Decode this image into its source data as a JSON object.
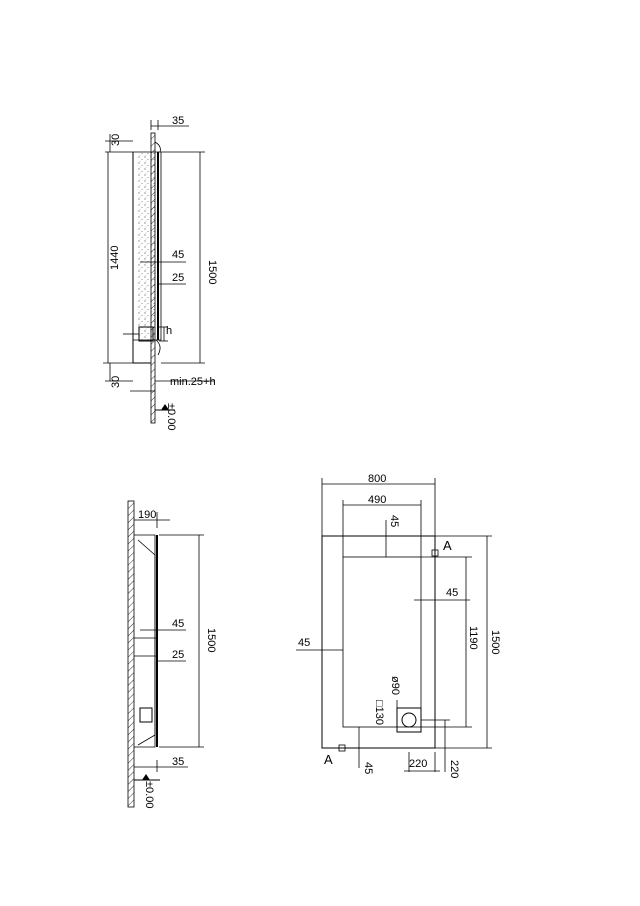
{
  "side_section_top": {
    "dim_wall": "35",
    "dim_top": "30",
    "dim_bottom": "30",
    "dim_inner": "1440",
    "dim_total": "1500",
    "dim_lip": "45",
    "dim_depth": "25",
    "dim_h": "h",
    "dim_install": "min.25+h",
    "level": "±0.00"
  },
  "side_section_bottom": {
    "dim_offset": "190",
    "dim_lip": "45",
    "dim_depth": "25",
    "dim_total": "1500",
    "dim_foot": "35",
    "level": "±0.00"
  },
  "plan_view": {
    "dim_width": "800",
    "dim_inner_width": "490",
    "dim_top_border": "45",
    "dim_right_border": "45",
    "dim_left_border": "45",
    "dim_bottom_border": "45",
    "dim_inner_length": "1190",
    "dim_total_length": "1500",
    "drain_diameter": "ø90",
    "drain_square": "□130",
    "dim_drain_x": "220",
    "dim_drain_y": "220",
    "section_mark_top": "A",
    "section_mark_bottom": "A"
  }
}
